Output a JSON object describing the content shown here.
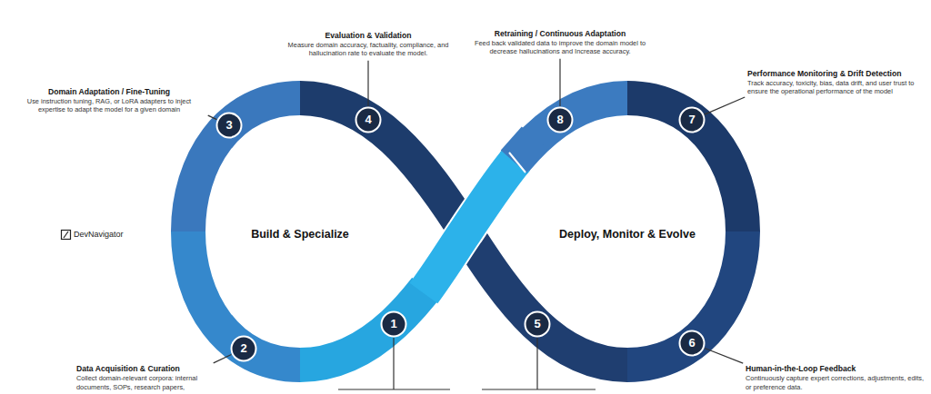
{
  "diagram": {
    "nodes": [
      {
        "text": [
          "1"
        ]
      },
      {
        "text": [
          "2"
        ]
      },
      {
        "text": [
          "3"
        ]
      },
      {
        "text": [
          "4"
        ]
      },
      {
        "text": [
          "5"
        ]
      },
      {
        "text": [
          "6"
        ]
      },
      {
        "text": [
          "7"
        ]
      },
      {
        "text": [
          "8"
        ]
      },
      {
        "text": [
          "Domain Adaptation / Fine-Tuning",
          "Use instruction tuning, RAG, or LoRA adapters to inject expertise to adapt the model for a given domain"
        ]
      },
      {
        "text": [
          "Evaluation & Validation",
          "Measure domain accuracy, factuality, compliance, and hallucination rate to evaluate the model."
        ]
      },
      {
        "text": [
          "Retraining / Continuous Adaptation",
          "Feed back validated data to improve the domain model to decrease hallucinations and Increase accuracy."
        ]
      },
      {
        "text": [
          "Performance Monitoring & Drift Detection",
          "Track accuracy, toxicity, bias, data drift, and user trust to ensure the operational performance of the model"
        ]
      },
      {
        "text": [
          "Data Acquisition & Curation",
          "Collect domain-relevant corpora: internal documents, SOPs, research papers,"
        ]
      },
      {
        "text": [
          "Human-in-the-Loop Feedback",
          "Continuously capture expert corrections, adjustments, edits, or preference data."
        ]
      }
    ],
    "edges": [
      {
        "from": 2,
        "to": 8,
        "arrow": "none"
      },
      {
        "from": 3,
        "to": 9,
        "arrow": "none"
      },
      {
        "from": 7,
        "to": 10,
        "arrow": "none"
      },
      {
        "from": 6,
        "to": 11,
        "arrow": "none"
      },
      {
        "from": 1,
        "to": 12,
        "arrow": "none"
      },
      {
        "from": 5,
        "to": 13,
        "arrow": "none"
      }
    ],
    "labels": [
      "Build & Specialize",
      "Deploy, Monitor & Evolve",
      "DevNavigator"
    ]
  }
}
